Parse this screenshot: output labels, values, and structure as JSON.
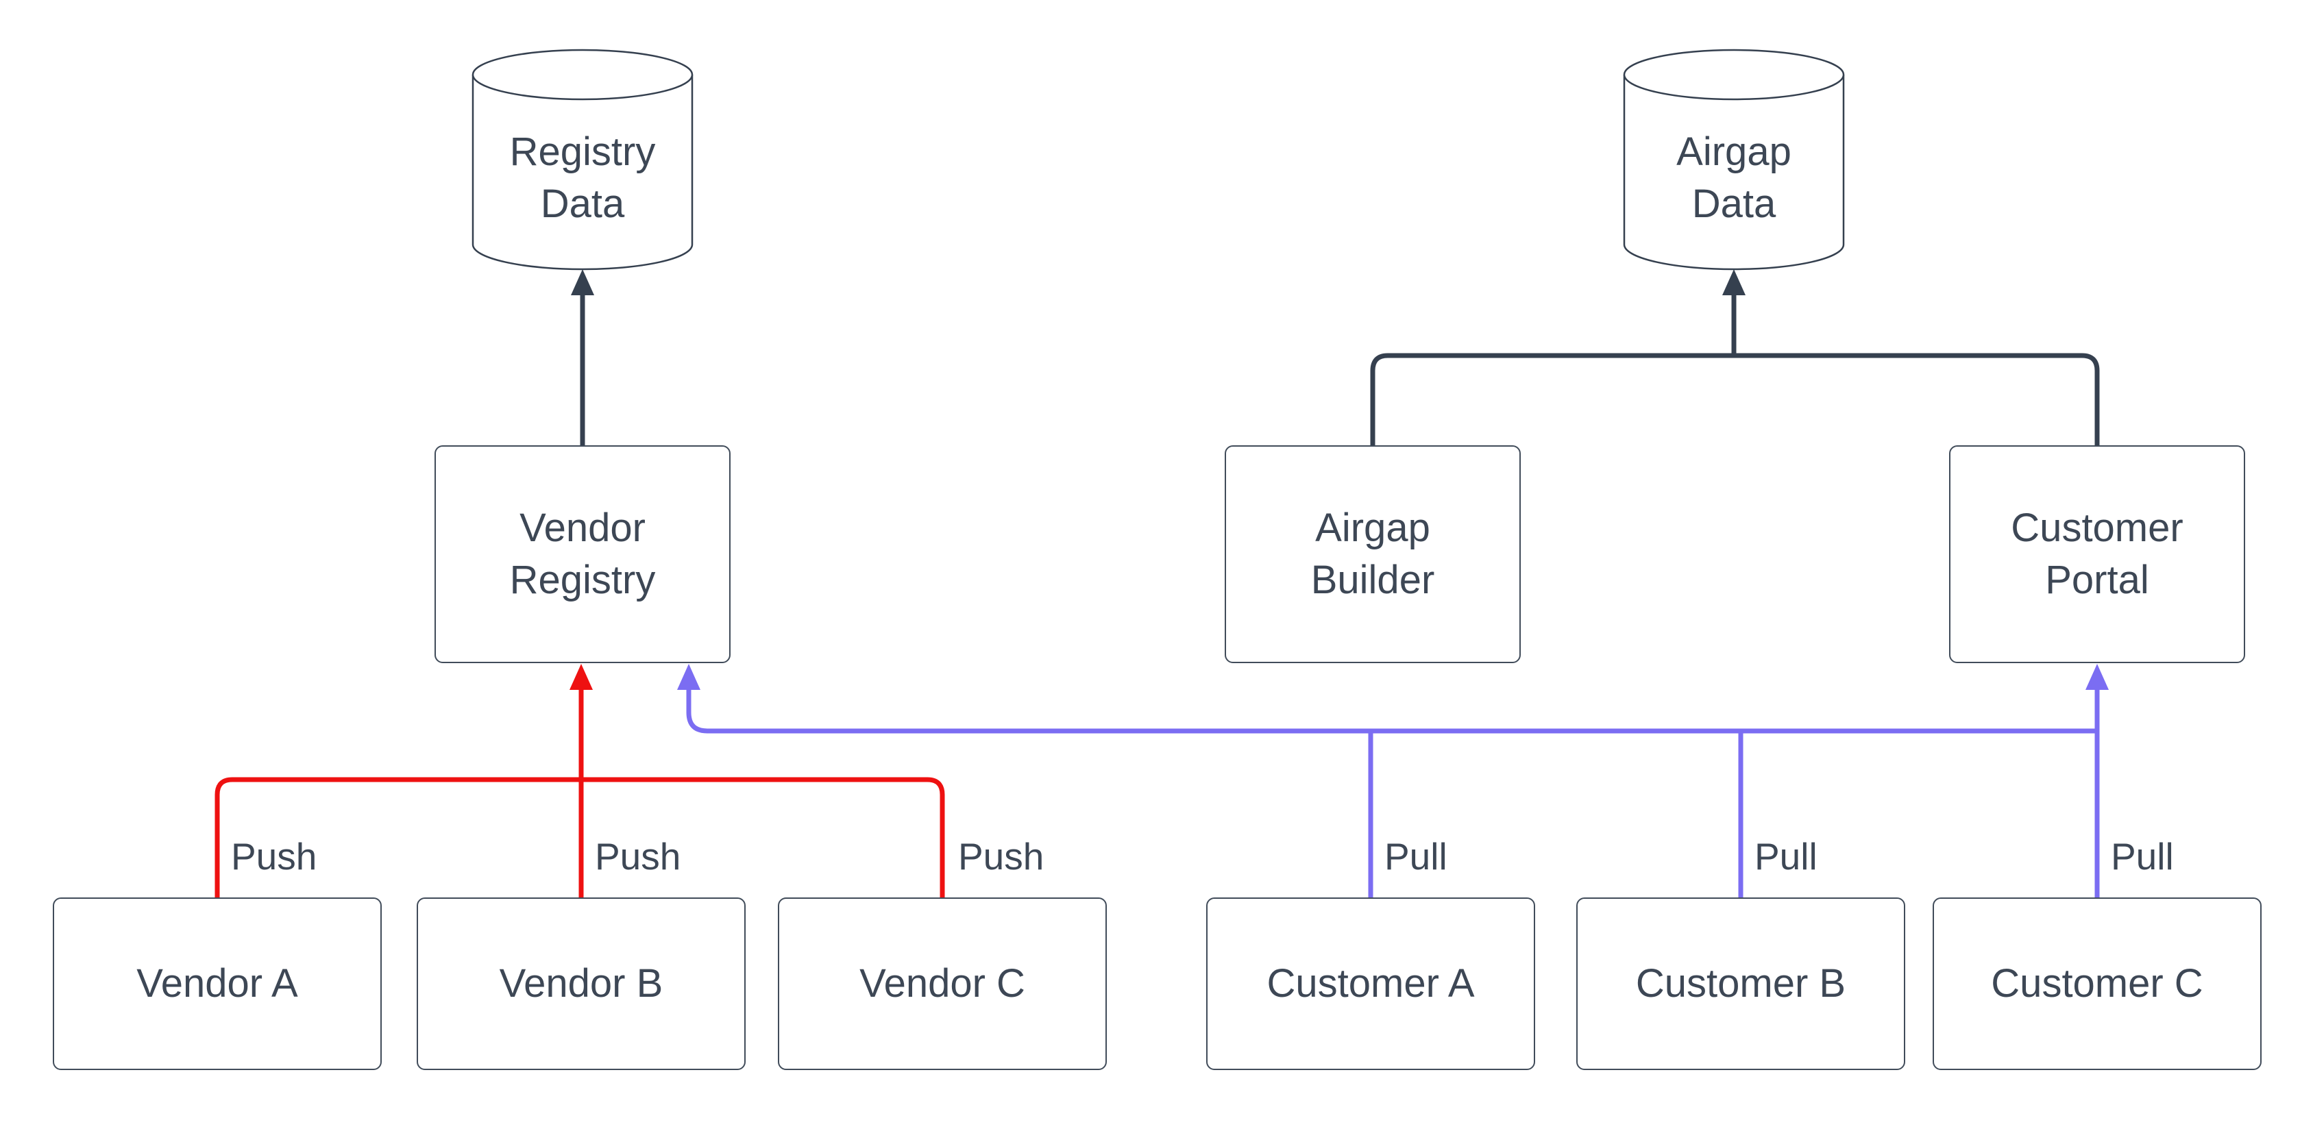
{
  "diagram_type": "flowchart",
  "colors": {
    "dark": "#35404f",
    "text": "#3d4755",
    "red": "#ee1111",
    "purple": "#7b6df2",
    "bg": "#ffffff"
  },
  "nodes": {
    "registry_data": {
      "shape": "cylinder",
      "lines": [
        "Registry",
        "Data"
      ]
    },
    "airgap_data": {
      "shape": "cylinder",
      "lines": [
        "Airgap",
        "Data"
      ]
    },
    "vendor_registry": {
      "shape": "box",
      "lines": [
        "Vendor",
        "Registry"
      ]
    },
    "airgap_builder": {
      "shape": "box",
      "lines": [
        "Airgap",
        "Builder"
      ]
    },
    "customer_portal": {
      "shape": "box",
      "lines": [
        "Customer",
        "Portal"
      ]
    },
    "vendor_a": {
      "shape": "box",
      "label": "Vendor A"
    },
    "vendor_b": {
      "shape": "box",
      "label": "Vendor B"
    },
    "vendor_c": {
      "shape": "box",
      "label": "Vendor C"
    },
    "customer_a": {
      "shape": "box",
      "label": "Customer A"
    },
    "customer_b": {
      "shape": "box",
      "label": "Customer B"
    },
    "customer_c": {
      "shape": "box",
      "label": "Customer C"
    }
  },
  "edge_labels": {
    "push_a": "Push",
    "push_b": "Push",
    "push_c": "Push",
    "pull_a": "Pull",
    "pull_b": "Pull",
    "pull_c": "Pull"
  },
  "edges": [
    {
      "from": "vendor_registry",
      "to": "registry_data",
      "color": "dark"
    },
    {
      "from": "airgap_builder",
      "to": "airgap_data",
      "color": "dark"
    },
    {
      "from": "customer_portal",
      "to": "airgap_data",
      "color": "dark"
    },
    {
      "from": "vendor_a",
      "to": "vendor_registry",
      "label": "Push",
      "color": "red"
    },
    {
      "from": "vendor_b",
      "to": "vendor_registry",
      "label": "Push",
      "color": "red"
    },
    {
      "from": "vendor_c",
      "to": "vendor_registry",
      "label": "Push",
      "color": "red"
    },
    {
      "from": "customer_a",
      "to": "vendor_registry",
      "label": "Pull",
      "color": "purple"
    },
    {
      "from": "customer_b",
      "to": "vendor_registry",
      "label": "Pull",
      "color": "purple"
    },
    {
      "from": "customer_c",
      "to": "vendor_registry",
      "label": "Pull",
      "color": "purple"
    },
    {
      "from": "customer_c",
      "to": "customer_portal",
      "label": "Pull",
      "color": "purple"
    }
  ]
}
